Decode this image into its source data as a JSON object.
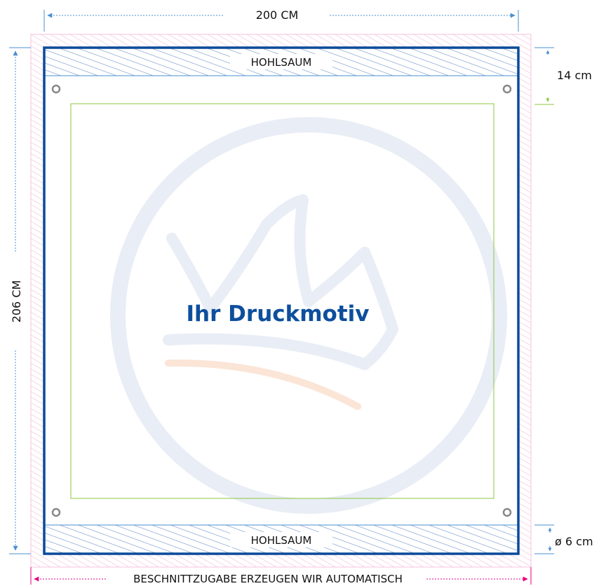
{
  "dimensions": {
    "width_label": "200 CM",
    "height_label": "206 CM",
    "hem_height_label": "14 cm",
    "eyelet_diameter_label": "ø 6 cm"
  },
  "hems": {
    "top_label": "HOHLSAUM",
    "bottom_label": "HOHLSAUM"
  },
  "artwork": {
    "placeholder_label": "Ihr Druckmotiv"
  },
  "bleed": {
    "note": "BESCHNITTZUGABE ERZEUGEN WIR AUTOMATISCH"
  },
  "colors": {
    "frame": "#0a4a9a",
    "dimension_line": "#4a8fd0",
    "safe_area": "#8cc63f",
    "bleed_line": "#e6007e",
    "bleed_hatch": "#f6c3dc",
    "title": "#0d4f9c",
    "watermark": "#e9edf5",
    "watermark_accent": "#fbe5d6"
  }
}
